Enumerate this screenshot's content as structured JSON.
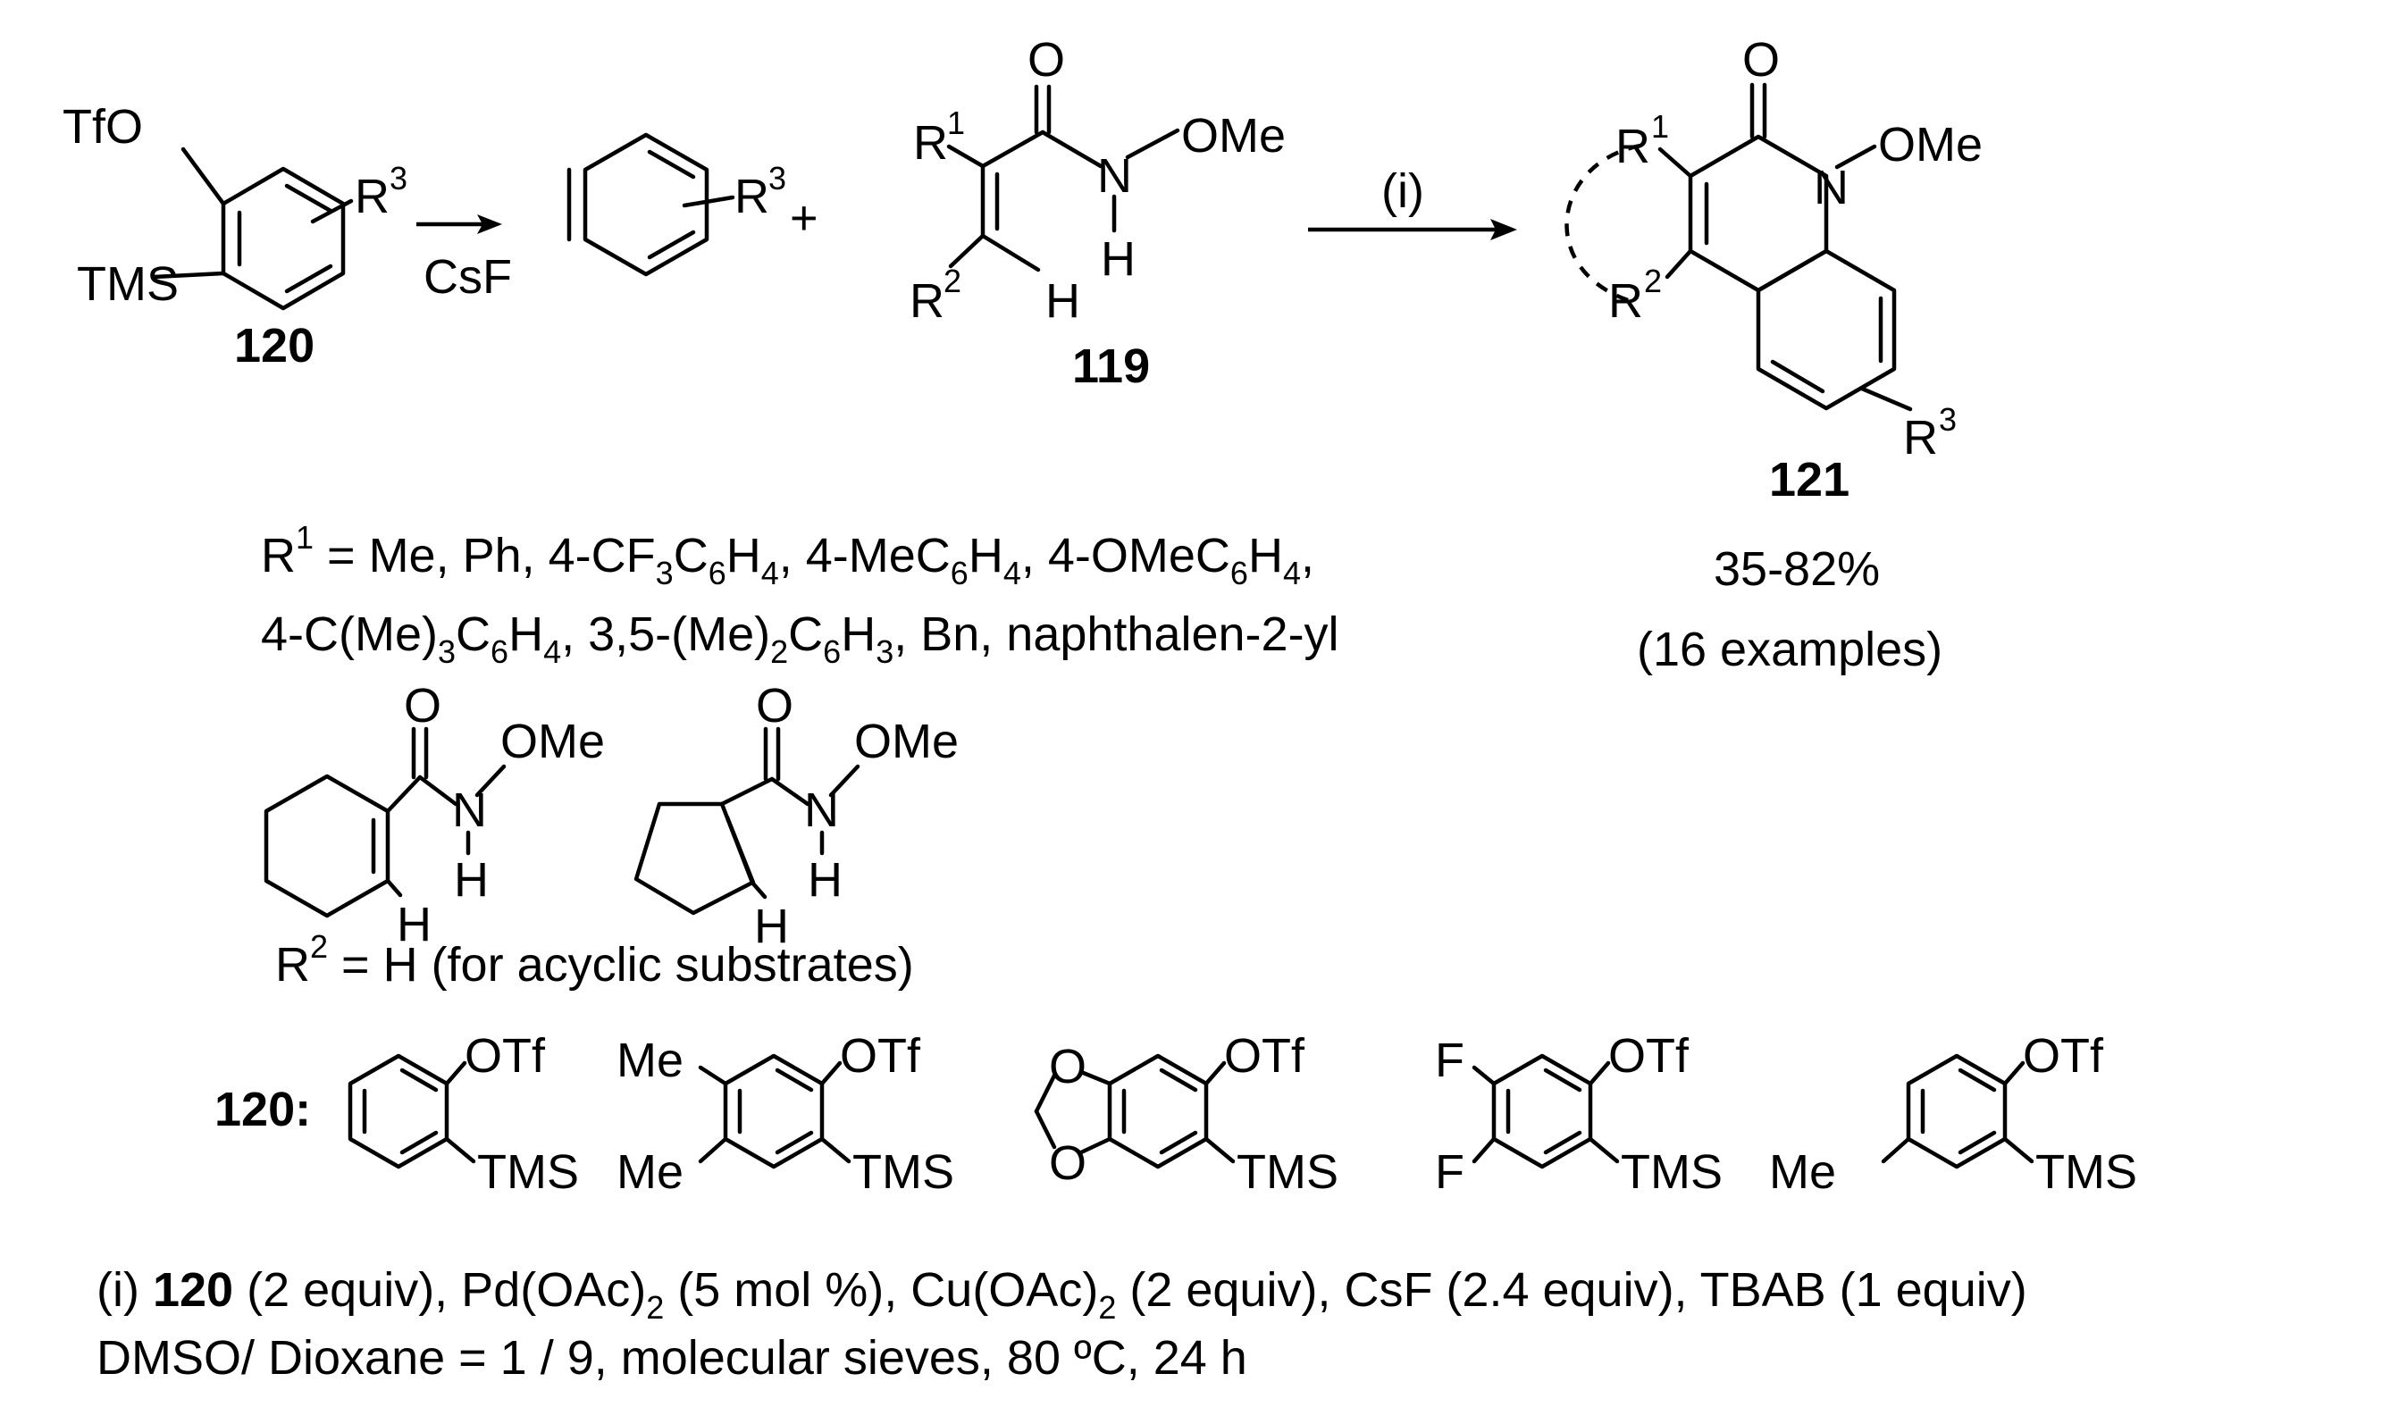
{
  "reagents": {
    "tfo": "TfO",
    "tms": "TMS",
    "r3": "R",
    "r3_sup": "3",
    "csf": "CsF",
    "label_120": "120",
    "plus": "+"
  },
  "amide": {
    "o": "O",
    "n": "N",
    "h": "H",
    "ome": "OMe",
    "r1": "R",
    "r1_sup": "1",
    "r2": "R",
    "r2_sup": "2",
    "h_vinyl": "H",
    "label_119": "119"
  },
  "arrow_label": "(i)",
  "product": {
    "o": "O",
    "n": "N",
    "ome": "OMe",
    "r1": "R",
    "r1_sup": "1",
    "r2": "R",
    "r2_sup": "2",
    "r3": "R",
    "r3_sup": "3",
    "label_121": "121",
    "yield": "35-82%",
    "examples": "(16 examples)"
  },
  "substituents": {
    "r1_line1": "R1 = Me, Ph, 4-CF3C6H4, 4-MeC6H4, 4-OMeC6H4,",
    "r1_line2": "4-C(Me)3C6H4, 3,5-(Me)2C6H3, Bn, naphthalen-2-yl",
    "r2_line": "R2 = H (for acyclic substrates)",
    "cyclic_ome": "OMe",
    "cyclic_o": "O",
    "cyclic_n": "N",
    "cyclic_h": "H"
  },
  "aryne_precursors": {
    "label": "120:",
    "otf": "OTf",
    "tms": "TMS",
    "me": "Me",
    "f": "F"
  },
  "conditions": {
    "line1_prefix": "(i) ",
    "line1_bold": "120",
    "line1_rest": " (2 equiv), Pd(OAc)2 (5 mol %), Cu(OAc)2 (2 equiv), CsF (2.4 equiv), TBAB (1 equiv)",
    "line2": "DMSO/ Dioxane = 1 / 9, molecular sieves, 80 ºC, 24 h"
  }
}
